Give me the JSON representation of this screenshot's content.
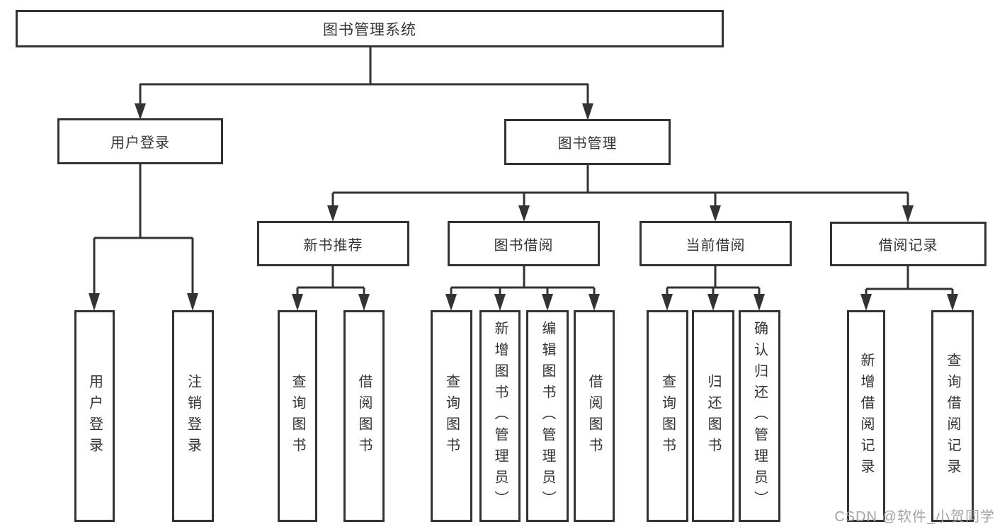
{
  "title": "图书管理系统",
  "watermark": "CSDN @软件_小贺同学",
  "colors": {
    "line": "#333333",
    "box_border": "#333333",
    "box_fill": "#ffffff",
    "text": "#333333",
    "watermark": "#9e9ea3",
    "background": "#ffffff"
  },
  "diagram_type": "hierarchy-tree",
  "tree": {
    "label": "图书管理系统",
    "children": [
      {
        "label": "用户登录",
        "children": [
          {
            "label": "用户登录"
          },
          {
            "label": "注销登录"
          }
        ]
      },
      {
        "label": "图书管理",
        "children": [
          {
            "label": "新书推荐",
            "children": [
              {
                "label": "查询图书"
              },
              {
                "label": "借阅图书"
              }
            ]
          },
          {
            "label": "图书借阅",
            "children": [
              {
                "label": "查询图书"
              },
              {
                "label": "新增图书（管理员）"
              },
              {
                "label": "编辑图书（管理员）"
              },
              {
                "label": "借阅图书"
              }
            ]
          },
          {
            "label": "当前借阅",
            "children": [
              {
                "label": "查询图书"
              },
              {
                "label": "归还图书"
              },
              {
                "label": "确认归还（管理员）"
              }
            ]
          },
          {
            "label": "借阅记录",
            "children": [
              {
                "label": "新增借阅记录"
              },
              {
                "label": "查询借阅记录"
              }
            ]
          }
        ]
      }
    ]
  }
}
